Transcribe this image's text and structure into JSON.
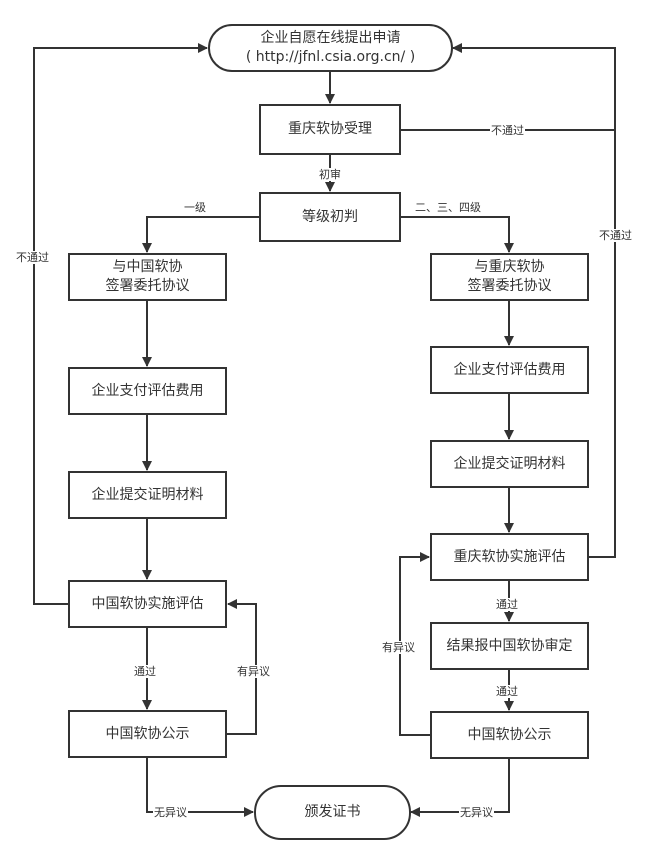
{
  "colors": {
    "stroke": "#333333",
    "background": "#ffffff"
  },
  "nodes": {
    "start_line1": "企业自愿在线提出申请",
    "start_line2": "( http://jfnl.csia.org.cn/ )",
    "accept": "重庆软协受理",
    "grade": "等级初判",
    "left_agreement_line1": "与中国软协",
    "left_agreement_line2": "签署委托协议",
    "left_pay": "企业支付评估费用",
    "left_submit": "企业提交证明材料",
    "left_evaluate": "中国软协实施评估",
    "left_announce": "中国软协公示",
    "right_agreement_line1": "与重庆软协",
    "right_agreement_line2": "签署委托协议",
    "right_pay": "企业支付评估费用",
    "right_submit": "企业提交证明材料",
    "right_evaluate": "重庆软协实施评估",
    "right_review": "结果报中国软协审定",
    "right_announce": "中国软协公示",
    "end": "颁发证书"
  },
  "edge_labels": {
    "accept_reject": "不通过",
    "initial_review": "初审",
    "level_one": "一级",
    "level_other": "二、三、四级",
    "left_reject": "不通过",
    "right_reject": "不通过",
    "left_pass": "通过",
    "left_objection": "有异议",
    "right_pass_1": "通过",
    "right_pass_2": "通过",
    "right_objection": "有异议",
    "left_no_objection": "无异议",
    "right_no_objection": "无异议"
  }
}
